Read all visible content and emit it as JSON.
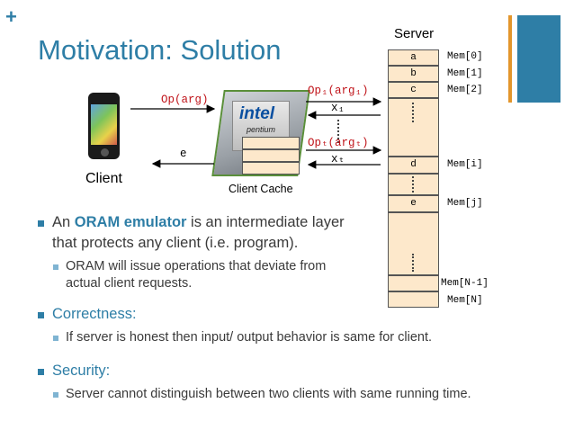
{
  "slide": {
    "plus": "+",
    "title": "Motivation: Solution"
  },
  "diagram": {
    "server_label": "Server",
    "client_label": "Client",
    "cache_label": "Client  Cache",
    "cells": [
      "a",
      "b",
      "c",
      "d",
      "e"
    ],
    "mem_labels": [
      "Mem[0]",
      "Mem[1]",
      "Mem[2]",
      "Mem[i]",
      "Mem[j]",
      "Mem[N-1]",
      "Mem[N]"
    ],
    "arrows": {
      "op": "Op(arg)",
      "e": "e",
      "op1": "Op₁(arg₁)",
      "x1": "x₁",
      "opt": "Opₜ(argₜ)",
      "xt": "xₜ"
    },
    "chip_brand": "intel",
    "chip_model": "pentium"
  },
  "bullets": {
    "b1_pre": "An ",
    "b1_highlight": "ORAM emulator",
    "b1_post": " is an intermediate layer",
    "b1_line2": "that protects any client (i.e. program).",
    "b1_sub_line1": "ORAM will issue operations that deviate from",
    "b1_sub_line2": "actual client requests.",
    "b2": "Correctness:",
    "b2_sub": "If server is honest then input/ output behavior is same for client.",
    "b3": "Security:",
    "b3_sub": "Server cannot distinguish between two clients with same running time."
  },
  "colors": {
    "accent": "#2e7ea6",
    "orange": "#e3962c",
    "cell_fill": "#fde8cb",
    "op_red": "#c0141a"
  }
}
